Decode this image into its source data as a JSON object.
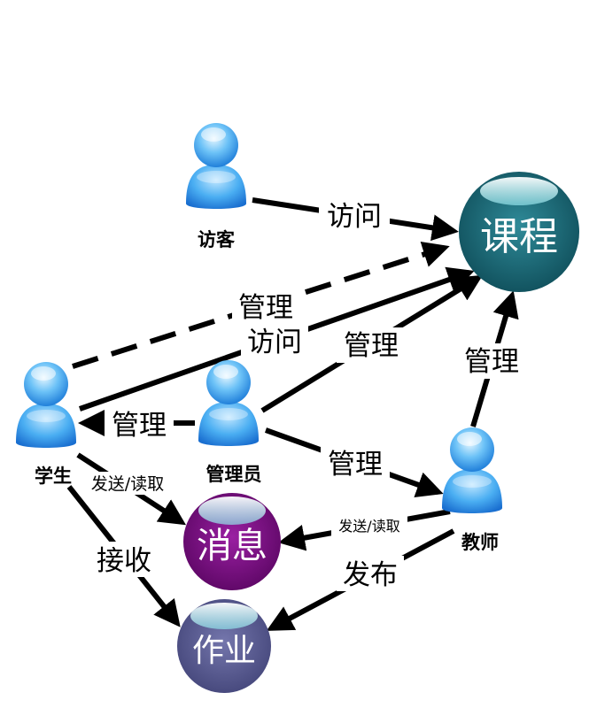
{
  "actors": {
    "visitor": "访客",
    "student": "学生",
    "admin": "管理员",
    "teacher": "教师"
  },
  "entities": {
    "course": {
      "label": "课程",
      "color": "#1f6a78"
    },
    "message": {
      "label": "消息",
      "color": "#7a0a82"
    },
    "homework": {
      "label": "作业",
      "color": "#5a5c94"
    }
  },
  "edges": {
    "visitor_course": "访问",
    "student_course_manage": "管理",
    "student_course_visit": "访问",
    "admin_course": "管理",
    "teacher_course": "管理",
    "admin_student": "管理",
    "admin_teacher": "管理",
    "student_message": "发送/读取",
    "teacher_message": "发送/读取",
    "student_homework": "接收",
    "teacher_homework": "发布"
  }
}
